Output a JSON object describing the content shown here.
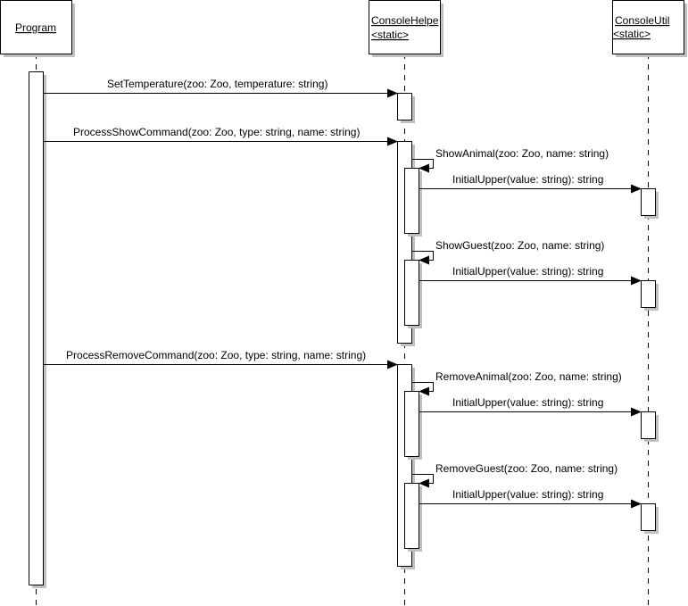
{
  "diagram": {
    "type": "uml-sequence",
    "colors": {
      "line": "#000000",
      "box_fill": "#ffffff",
      "shadow": "#c0c0c0"
    },
    "participants": [
      {
        "id": "program",
        "name": "Program",
        "stereotype": ""
      },
      {
        "id": "consolehelper",
        "name": "ConsoleHelpe",
        "stereotype": "<static>"
      },
      {
        "id": "consoleutil",
        "name": "ConsoleUtil",
        "stereotype": "<static>"
      }
    ],
    "messages": [
      {
        "id": "m1",
        "from": "program",
        "to": "consolehelper",
        "label": "SetTemperature(zoo: Zoo, temperature: string)",
        "kind": "call"
      },
      {
        "id": "m2",
        "from": "program",
        "to": "consolehelper",
        "label": "ProcessShowCommand(zoo: Zoo, type: string, name: string)",
        "kind": "call"
      },
      {
        "id": "m3",
        "from": "consolehelper",
        "to": "consolehelper",
        "label": "ShowAnimal(zoo: Zoo, name: string)",
        "kind": "self"
      },
      {
        "id": "m4",
        "from": "consolehelper",
        "to": "consoleutil",
        "label": "InitialUpper(value: string): string",
        "kind": "call"
      },
      {
        "id": "m5",
        "from": "consolehelper",
        "to": "consolehelper",
        "label": "ShowGuest(zoo: Zoo, name: string)",
        "kind": "self"
      },
      {
        "id": "m6",
        "from": "consolehelper",
        "to": "consoleutil",
        "label": "InitialUpper(value: string): string",
        "kind": "call"
      },
      {
        "id": "m7",
        "from": "program",
        "to": "consolehelper",
        "label": "ProcessRemoveCommand(zoo: Zoo, type: string, name: string)",
        "kind": "call"
      },
      {
        "id": "m8",
        "from": "consolehelper",
        "to": "consolehelper",
        "label": "RemoveAnimal(zoo: Zoo, name: string)",
        "kind": "self"
      },
      {
        "id": "m9",
        "from": "consolehelper",
        "to": "consoleutil",
        "label": "InitialUpper(value: string): string",
        "kind": "call"
      },
      {
        "id": "m10",
        "from": "consolehelper",
        "to": "consolehelper",
        "label": "RemoveGuest(zoo: Zoo, name: string)",
        "kind": "self"
      },
      {
        "id": "m11",
        "from": "consolehelper",
        "to": "consoleutil",
        "label": "InitialUpper(value: string): string",
        "kind": "call"
      }
    ]
  }
}
